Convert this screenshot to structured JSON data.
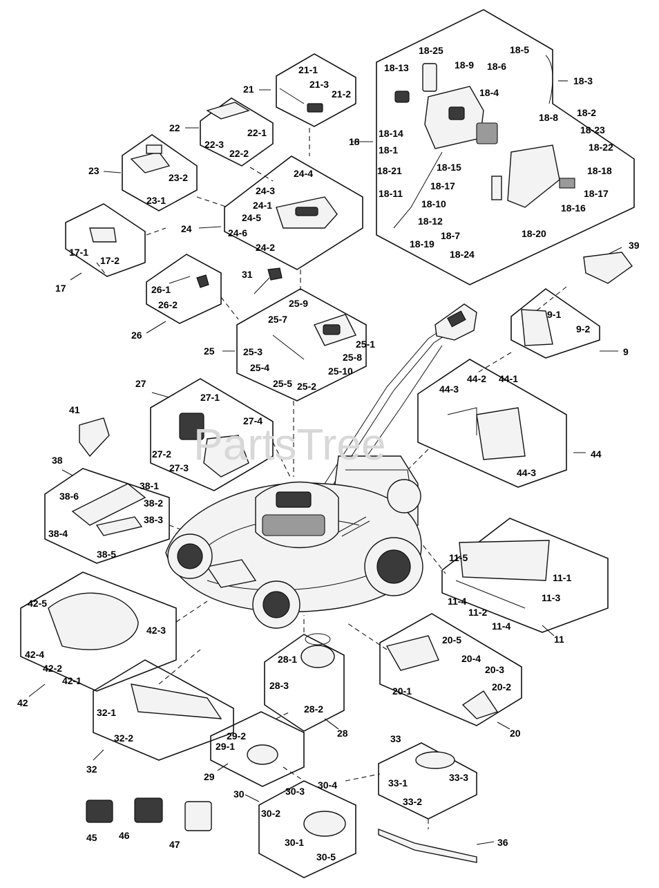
{
  "watermark": "PartsTree",
  "labels": {
    "g17": [
      "17",
      "17-1",
      "17-2"
    ],
    "g18": [
      "18",
      "18-1",
      "18-2",
      "18-3",
      "18-4",
      "18-5",
      "18-6",
      "18-7",
      "18-8",
      "18-9",
      "18-10",
      "18-11",
      "18-12",
      "18-13",
      "18-14",
      "18-15",
      "18-16",
      "18-17",
      "18-17",
      "18-18",
      "18-19",
      "18-20",
      "18-21",
      "18-22",
      "18-23",
      "18-24",
      "18-25"
    ],
    "g21": [
      "21",
      "21-1",
      "21-2",
      "21-3"
    ],
    "g22": [
      "22",
      "22-1",
      "22-2",
      "22-3"
    ],
    "g23": [
      "23",
      "23-1",
      "23-2"
    ],
    "g24": [
      "24",
      "24-1",
      "24-2",
      "24-3",
      "24-4",
      "24-5",
      "24-6"
    ],
    "g25": [
      "25",
      "25-1",
      "25-2",
      "25-3",
      "25-4",
      "25-5",
      "25-7",
      "25-8",
      "25-9",
      "25-10"
    ],
    "g26": [
      "26",
      "26-1",
      "26-2"
    ],
    "g27": [
      "27",
      "27-1",
      "27-2",
      "27-3",
      "27-4"
    ],
    "g28": [
      "28",
      "28-1",
      "28-2",
      "28-3"
    ],
    "g29": [
      "29",
      "29-1",
      "29-2"
    ],
    "g30": [
      "30",
      "30-1",
      "30-2",
      "30-3",
      "30-4",
      "30-5"
    ],
    "g31": [
      "31"
    ],
    "g32": [
      "32",
      "32-1",
      "32-2"
    ],
    "g33": [
      "33",
      "33-1",
      "33-2",
      "33-3"
    ],
    "g36": [
      "36"
    ],
    "g38": [
      "38",
      "38-1",
      "38-2",
      "38-3",
      "38-4",
      "38-5",
      "38-6"
    ],
    "g39": [
      "39"
    ],
    "g41": [
      "41"
    ],
    "g42": [
      "42",
      "42-1",
      "42-2",
      "42-3",
      "42-4",
      "42-5"
    ],
    "g44": [
      "44",
      "44-1",
      "44-2",
      "44-3",
      "44-3"
    ],
    "g45": [
      "45",
      "46",
      "47"
    ],
    "g9": [
      "9",
      "9-1",
      "9-2"
    ],
    "g11": [
      "11",
      "11-1",
      "11-2",
      "11-3",
      "11-4",
      "11-4",
      "11-5"
    ],
    "g20": [
      "20",
      "20-1",
      "20-2",
      "20-3",
      "20-4",
      "20-5"
    ]
  }
}
